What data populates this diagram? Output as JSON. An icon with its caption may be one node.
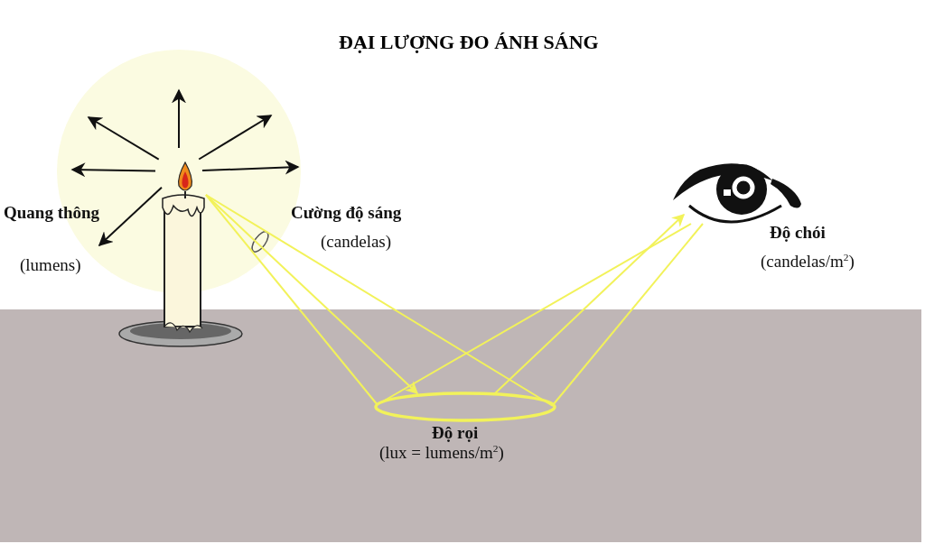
{
  "diagram": {
    "title": "ĐẠI LƯỢNG ĐO ÁNH SÁNG",
    "nodes": [
      {
        "text": [],
        "shape": "candle",
        "beside": [
          "Quang thông",
          "(lumens)"
        ]
      },
      {
        "text": [],
        "shape": "eye",
        "beside": [
          "Độ chói",
          "(candelas/m$^{2}$)"
        ]
      },
      {
        "text": [],
        "shape": "ellipse",
        "beside": [
          "Độ rọi",
          "(lux = lumens/m$^{2}$)"
        ]
      }
    ],
    "edges": [
      {
        "from": 0,
        "to": 2,
        "arrow": "none"
      },
      {
        "from": 0,
        "to": 2,
        "arrow": "to"
      },
      {
        "from": 0,
        "to": 2,
        "arrow": "none"
      },
      {
        "from": 2,
        "to": 1,
        "arrow": "none"
      },
      {
        "from": 2,
        "to": 1,
        "arrow": "to"
      },
      {
        "from": 2,
        "to": 1,
        "arrow": "none"
      }
    ],
    "labels": [
      "Cường độ sáng",
      "(candelas)"
    ]
  }
}
